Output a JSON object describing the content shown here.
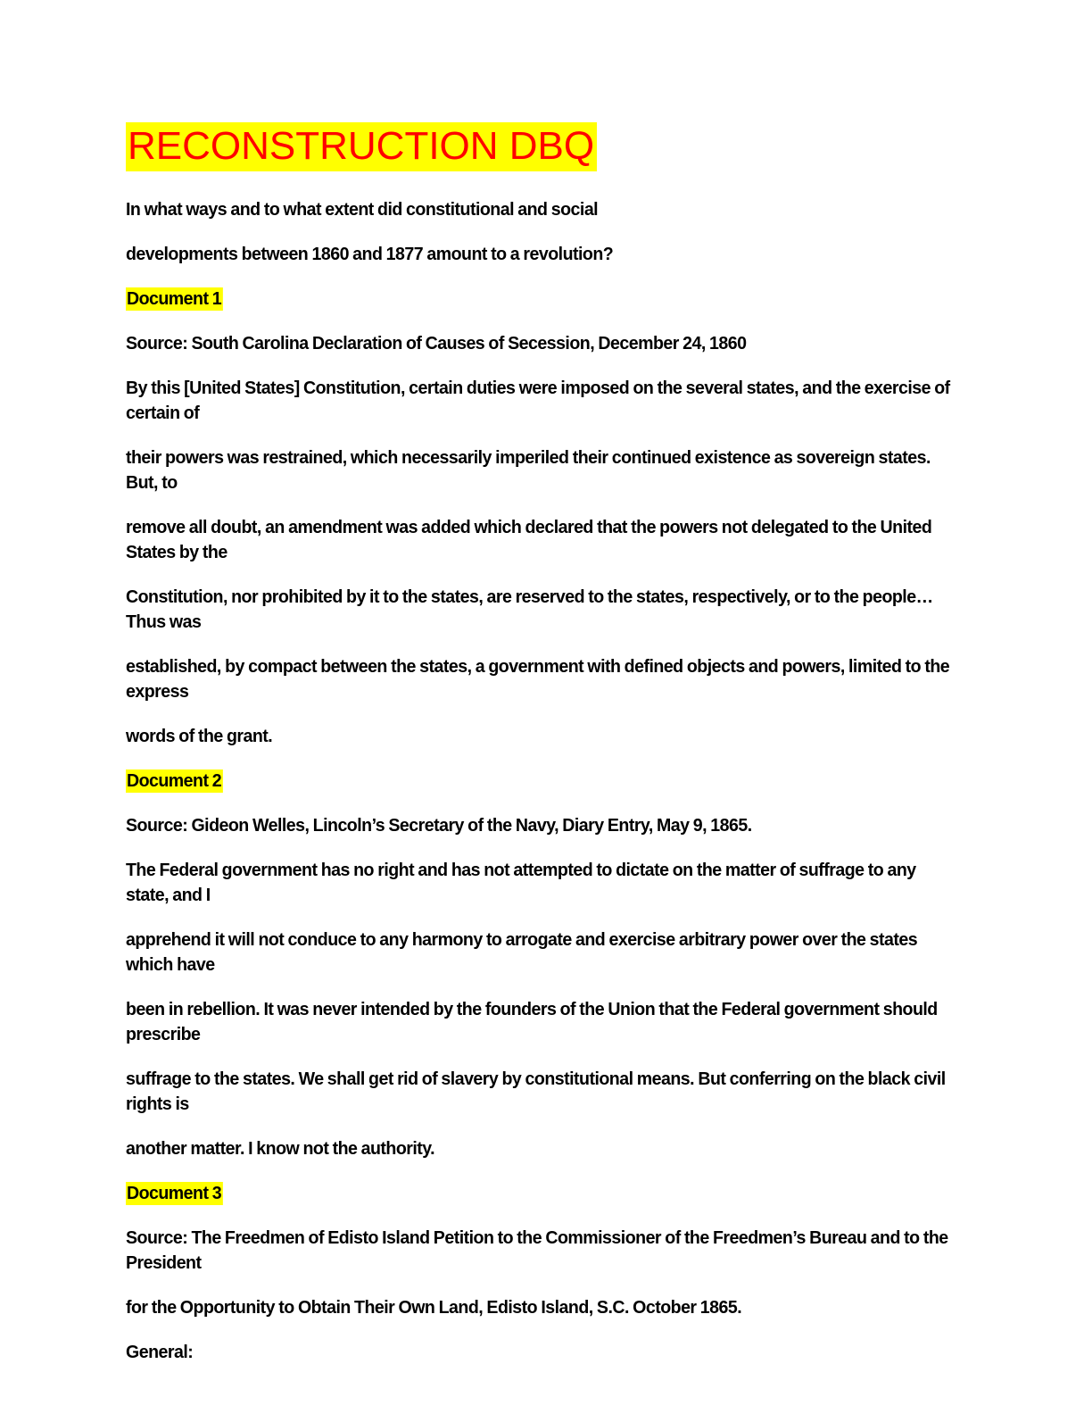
{
  "document": {
    "title": "RECONSTRUCTION DBQ",
    "title_color": "#ff0000",
    "highlight_color": "#ffff00",
    "text_color": "#000000",
    "page_background": "#ffffff",
    "prompt": {
      "line1": "In what ways and to what extent did constitutional and social",
      "line2": "developments between 1860 and 1877 amount to a revolution?"
    },
    "documents": [
      {
        "label": "Document 1",
        "source": "Source: South Carolina Declaration of Causes of Secession, December 24, 1860",
        "paragraphs": [
          "By this [United States] Constitution, certain duties were imposed on the several states, and the exercise of certain of",
          "their powers was restrained, which necessarily imperiled their continued existence as sovereign states. But, to",
          "remove all doubt, an amendment was added which declared that the powers not delegated to the United States by the",
          "Constitution, nor prohibited by it to the states, are reserved to the states, respectively, or to the people… Thus was",
          "established, by compact between the states, a government with defined objects and powers, limited to the express",
          "words of the grant."
        ]
      },
      {
        "label": "Document 2",
        "source": "Source: Gideon Welles, Lincoln’s Secretary of the Navy, Diary Entry, May 9, 1865.",
        "paragraphs": [
          "The Federal government has no right and has not attempted to dictate on the matter of suffrage to any state, and I",
          "apprehend it will not conduce to any harmony to arrogate and exercise arbitrary power over the states which have",
          "been in rebellion. It was never intended by the founders of the Union that the Federal government should prescribe",
          "suffrage to the states. We shall get rid of slavery by constitutional means. But conferring on the black civil rights is",
          "another matter. I know not the authority."
        ]
      },
      {
        "label": "Document 3",
        "source": "Source: The Freedmen of Edisto Island Petition to the Commissioner of the Freedmen’s Bureau and to the President",
        "paragraphs": [
          "for the Opportunity to Obtain Their Own Land, Edisto Island, S.C. October 1865.",
          "General:"
        ]
      }
    ]
  }
}
